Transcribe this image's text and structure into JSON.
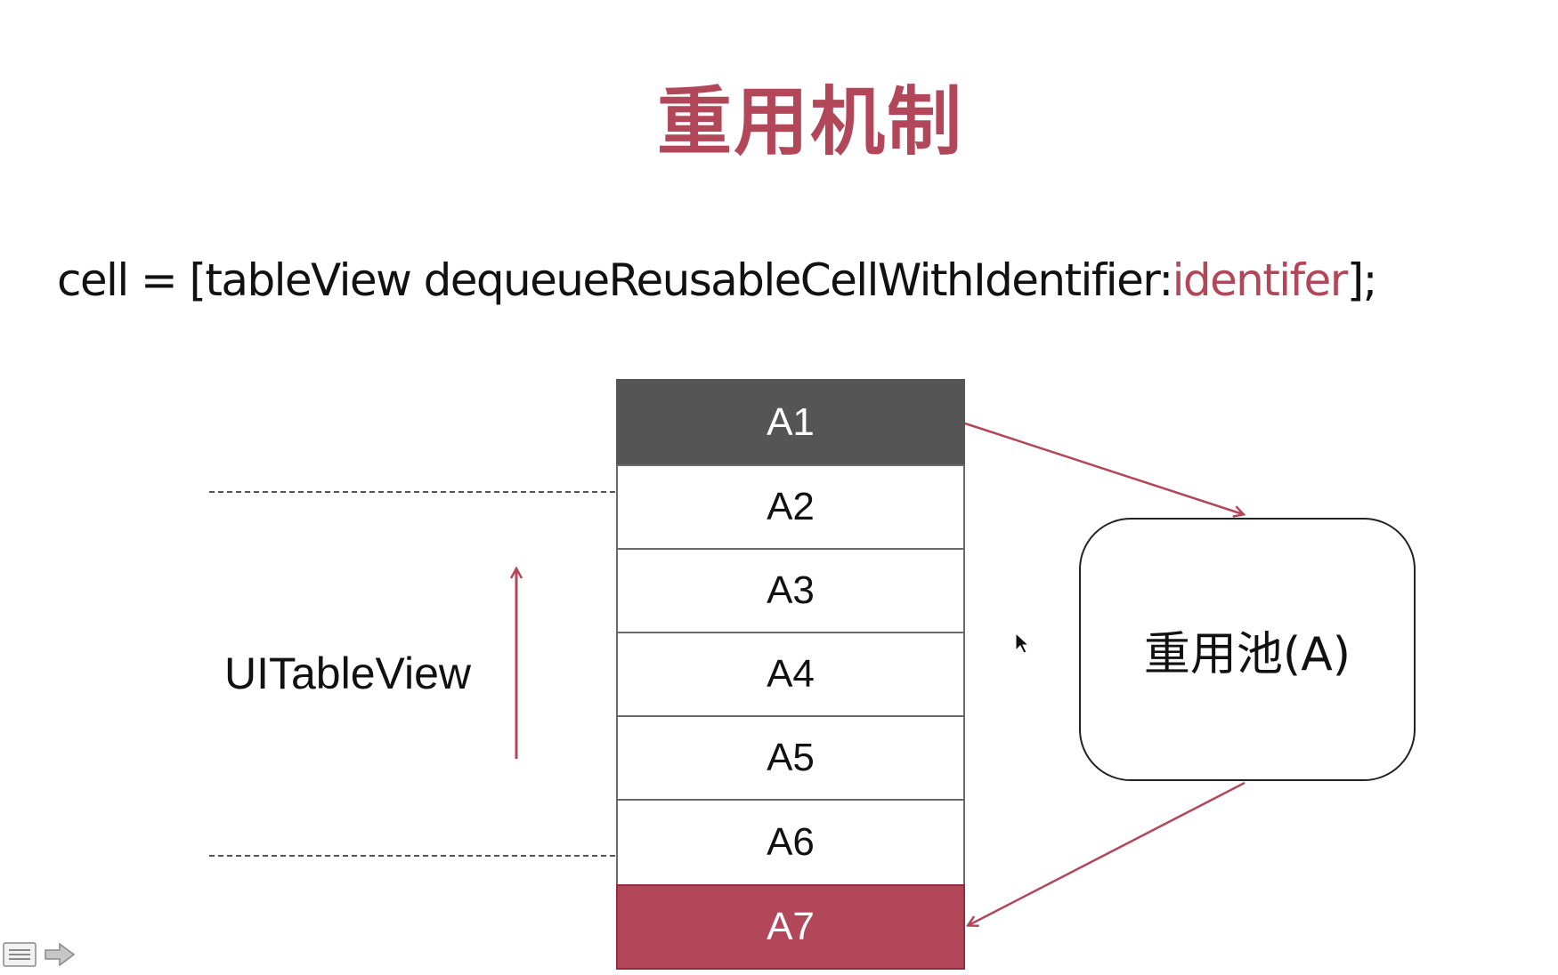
{
  "slide": {
    "title": "重用机制"
  },
  "code": {
    "prefix": "cell = [tableView dequeueReusableCellWithIdentifier:",
    "identifier": "identifer",
    "suffix": "];"
  },
  "table": {
    "label": "UITableView",
    "cells": [
      "A1",
      "A2",
      "A3",
      "A4",
      "A5",
      "A6",
      "A7"
    ]
  },
  "pool": {
    "label": "重用池(A)"
  },
  "colors": {
    "accent": "#b3475a",
    "dark_cell": "#555555",
    "border": "#6a6a6a"
  },
  "icons": [
    "menu-icon",
    "arrow-right-icon",
    "mouse-cursor-icon"
  ]
}
